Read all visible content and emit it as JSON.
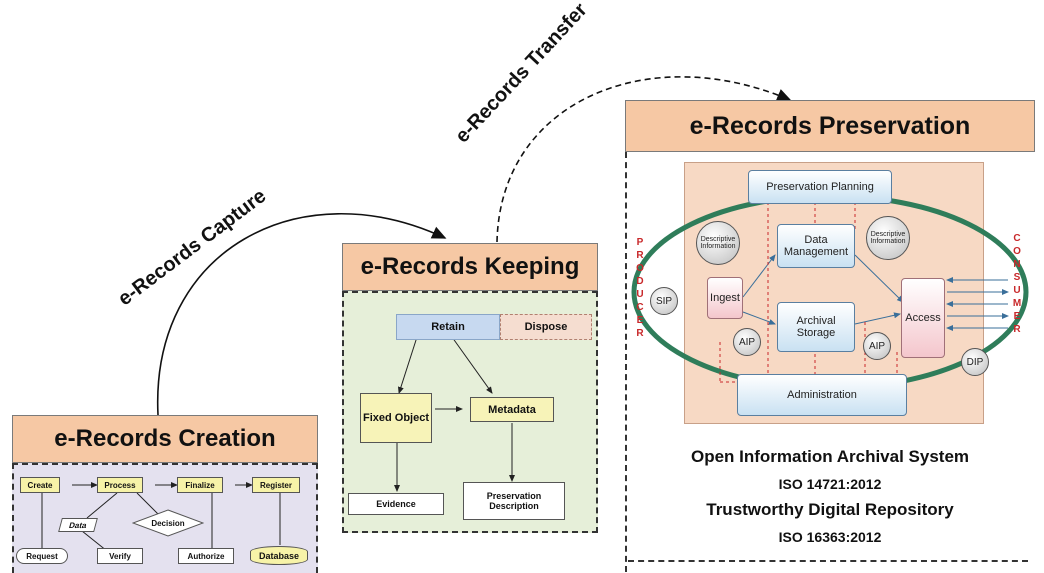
{
  "arcs": {
    "capture": "e-Records Capture",
    "transfer": "e-Records Transfer"
  },
  "creation": {
    "title": "e-Records Creation",
    "create": "Create",
    "process": "Process",
    "finalize": "Finalize",
    "register": "Register",
    "data": "Data",
    "decision": "Decision",
    "request": "Request",
    "verify": "Verify",
    "authorize": "Authorize",
    "database": "Database"
  },
  "keeping": {
    "title": "e-Records Keeping",
    "retain": "Retain",
    "dispose": "Dispose",
    "fixed_object": "Fixed Object",
    "metadata": "Metadata",
    "evidence": "Evidence",
    "preservation_description": "Preservation Description"
  },
  "preservation": {
    "title": "e-Records Preservation",
    "preservation_planning": "Preservation Planning",
    "data_management": "Data Management",
    "archival_storage": "Archival Storage",
    "ingest": "Ingest",
    "access": "Access",
    "administration": "Administration",
    "descriptive_info_left": "Descriptive Information",
    "descriptive_info_right": "Descriptive Information",
    "sip": "SIP",
    "aip_left": "AIP",
    "aip_right": "AIP",
    "dip": "DIP",
    "producer": "PRODUCER",
    "consumer": "CONSUMER",
    "caption_1": "Open Information Archival System",
    "caption_2": "ISO 14721:2012",
    "caption_3": "Trustworthy Digital Repository",
    "caption_4": "ISO 16363:2012"
  },
  "colors": {
    "header_fill": "#f6c8a4",
    "keeping_fill": "#e6efd9",
    "creation_fill": "#e4e1ef",
    "oais_fill": "#f7d9c4",
    "producer_consumer_text": "#c8282a",
    "ellipse_ring": "#2f7d5a"
  }
}
